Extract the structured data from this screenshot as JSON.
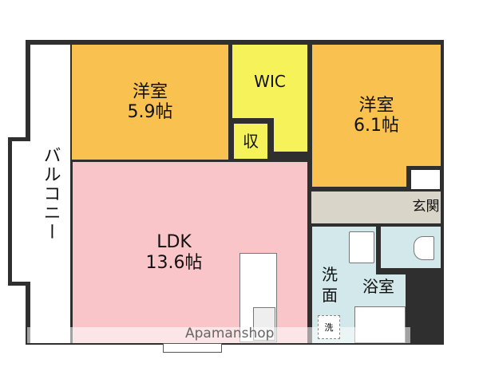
{
  "rooms": {
    "balcony": "バルコニー",
    "western1": {
      "name": "洋室",
      "size": "5.9帖"
    },
    "wic": "WIC",
    "storage": "収",
    "western2": {
      "name": "洋室",
      "size": "6.1帖"
    },
    "ldk": {
      "name": "LDK",
      "size": "13.6帖"
    },
    "entrance": "玄関",
    "washroom": "洗面",
    "bathroom": "浴室",
    "washer": "洗"
  },
  "watermark": "Apamanshop",
  "colors": {
    "western": "#f9c14f",
    "wic": "#f6f25a",
    "ldk": "#f9c5c8",
    "hall": "#d9d5c9",
    "wet": "#d2e8ea"
  }
}
